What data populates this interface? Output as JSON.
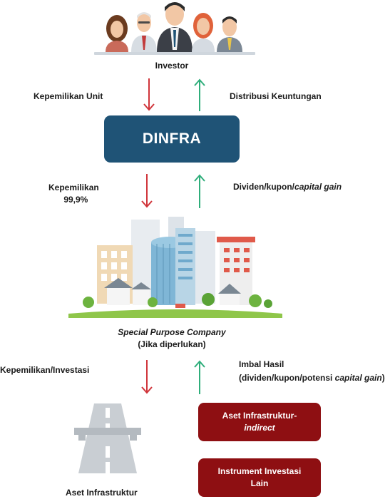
{
  "investor": {
    "label": "Investor"
  },
  "flow1": {
    "down_label": "Kepemilikan Unit",
    "up_label": "Distribusi Keuntungan"
  },
  "dinfra": {
    "label": "DINFRA"
  },
  "flow2": {
    "down_label_line1": "Kepemilikan",
    "down_label_line2": "99,9%",
    "up_label_normal": "Dividen/kupon/",
    "up_label_italic": "capital gain"
  },
  "spc": {
    "label_line1": "Special Purpose Company",
    "label_line2": "(Jika diperlukan)"
  },
  "flow3": {
    "down_label": "Kepemilikan/Investasi",
    "up_label_line1": "Imbal Hasil",
    "up_label_line2_normal": "(dividen/kupon/potensi ",
    "up_label_line2_italic": "capital gain",
    "up_label_line2_end": ")"
  },
  "assets": {
    "direct_label": "Aset Infrastruktur",
    "indirect_line1": "Aset Infrastruktur-",
    "indirect_line2": "indirect",
    "other_line1": "Instrument Investasi",
    "other_line2": "Lain"
  },
  "colors": {
    "down_arrow": "#d0343a",
    "up_arrow": "#2fae7b",
    "dinfra_box": "#1f5376",
    "red_box": "#8e0f12"
  }
}
